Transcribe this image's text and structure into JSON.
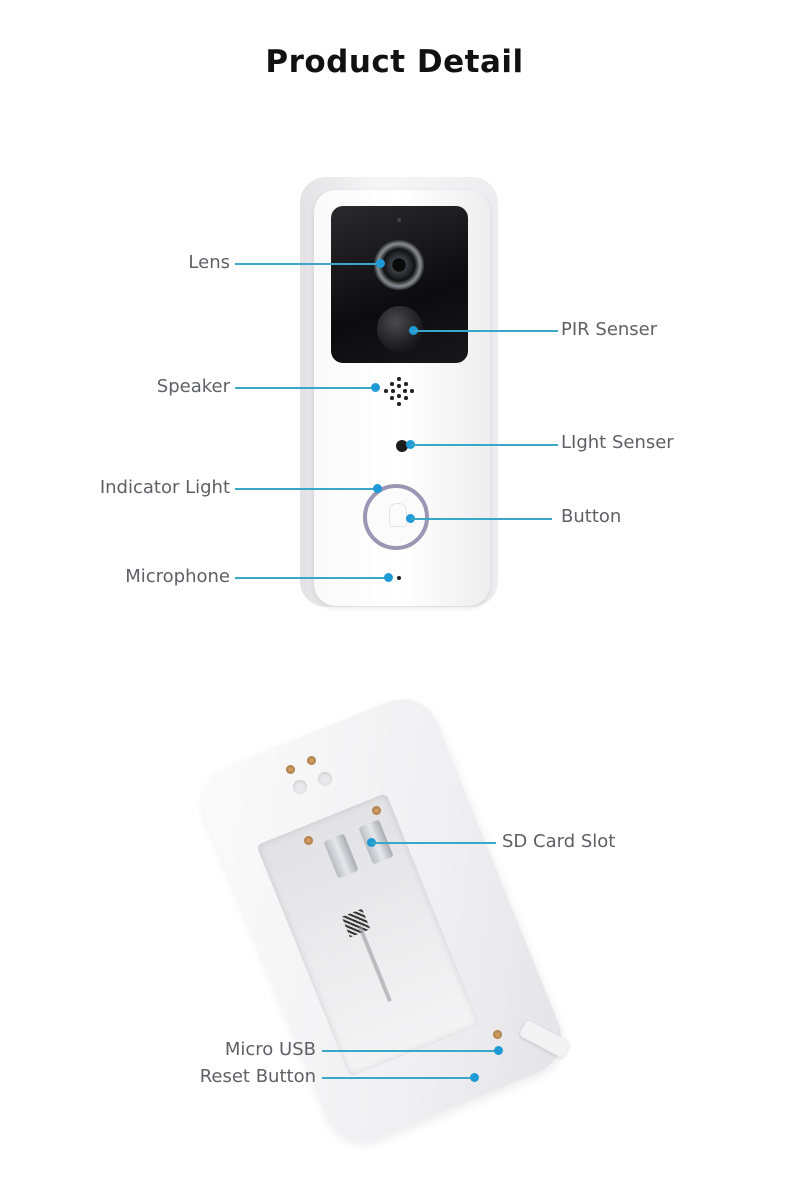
{
  "header": {
    "title": "Product Detail"
  },
  "colors": {
    "accent_line": "#3aa6c9",
    "accent_dot": "#1e9ad6",
    "label_text": "#5f5f66",
    "title_text": "#111111",
    "ring": "#9a96b3"
  },
  "front_view": {
    "callouts": [
      {
        "id": "lens",
        "label": "Lens",
        "side": "left"
      },
      {
        "id": "pir",
        "label": "PIR Senser",
        "side": "right"
      },
      {
        "id": "speaker",
        "label": "Speaker",
        "side": "left"
      },
      {
        "id": "light",
        "label": "LIght Senser",
        "side": "right"
      },
      {
        "id": "indicator",
        "label": "Indicator Light",
        "side": "left"
      },
      {
        "id": "button",
        "label": "Button",
        "side": "right"
      },
      {
        "id": "microphone",
        "label": "Microphone",
        "side": "left"
      }
    ]
  },
  "back_view": {
    "callouts": [
      {
        "id": "sd",
        "label": "SD Card Slot",
        "side": "right"
      },
      {
        "id": "usb",
        "label": "Micro USB",
        "side": "left"
      },
      {
        "id": "reset",
        "label": "Reset Button",
        "side": "left"
      }
    ]
  }
}
